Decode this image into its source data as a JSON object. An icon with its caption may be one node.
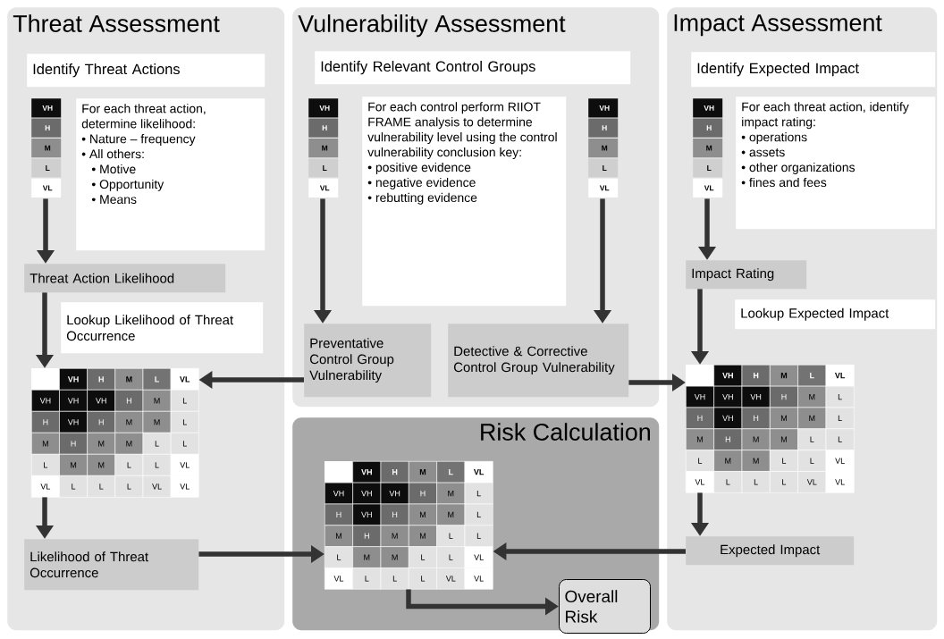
{
  "diagram": {
    "nodes": [
      {
        "text": [
          "Threat Assessment"
        ]
      },
      {
        "text": [
          "Identify Threat Actions"
        ],
        "in": 0
      },
      {
        "text": [
          "VH",
          "H",
          "M",
          "L",
          "VL"
        ],
        "in": 0
      },
      {
        "text": [
          "For each threat action, determine likelihood:",
          "• Nature – frequency",
          "• All others:",
          "• Motive",
          "• Opportunity",
          "• Means"
        ],
        "in": 0
      },
      {
        "text": [
          "Threat Action Likelihood"
        ],
        "in": 0
      },
      {
        "text": [
          "Lookup Likelihood of Threat Occurrence"
        ],
        "in": 0
      },
      {
        "text": [
          "VH",
          "H",
          "M",
          "L",
          "VL",
          "VH",
          "VH",
          "VH",
          "H",
          "M",
          "L",
          "H",
          "VH",
          "H",
          "M",
          "M",
          "L",
          "M",
          "H",
          "M",
          "M",
          "L",
          "L",
          "L",
          "M",
          "M",
          "L",
          "L",
          "VL",
          "VL",
          "L",
          "L",
          "L",
          "VL",
          "VL"
        ],
        "in": 0
      },
      {
        "text": [
          "Likelihood of Threat Occurrence"
        ],
        "in": 0
      },
      {
        "text": [
          "Vulnerability Assessment"
        ]
      },
      {
        "text": [
          "Identify Relevant Control Groups"
        ],
        "in": 8
      },
      {
        "text": [
          "VH",
          "H",
          "M",
          "L",
          "VL"
        ],
        "in": 8
      },
      {
        "text": [
          "For each control perform RIIOT FRAME analysis to determine vulnerability level using the control vulnerability conclusion key:",
          "• positive evidence",
          "• negative evidence",
          "• rebutting evidence"
        ],
        "in": 8
      },
      {
        "text": [
          "VH",
          "H",
          "M",
          "L",
          "VL"
        ],
        "in": 8
      },
      {
        "text": [
          "Preventative Control Group Vulnerability"
        ],
        "in": 8
      },
      {
        "text": [
          "Detective & Corrective Control Group Vulnerability"
        ],
        "in": 8
      },
      {
        "text": [
          "Impact Assessment"
        ]
      },
      {
        "text": [
          "Identify Expected Impact"
        ],
        "in": 15
      },
      {
        "text": [
          "VH",
          "H",
          "M",
          "L",
          "VL"
        ],
        "in": 15
      },
      {
        "text": [
          "For each threat action, identify impact rating:",
          "• operations",
          "• assets",
          "• other organizations",
          "• fines and fees"
        ],
        "in": 15
      },
      {
        "text": [
          "Impact Rating"
        ],
        "in": 15
      },
      {
        "text": [
          "Lookup Expected Impact"
        ],
        "in": 15
      },
      {
        "text": [
          "VH",
          "H",
          "M",
          "L",
          "VL",
          "VH",
          "VH",
          "VH",
          "H",
          "M",
          "L",
          "H",
          "VH",
          "H",
          "M",
          "M",
          "L",
          "M",
          "H",
          "M",
          "M",
          "L",
          "L",
          "L",
          "M",
          "M",
          "L",
          "L",
          "VL",
          "VL",
          "L",
          "L",
          "L",
          "VL",
          "VL"
        ],
        "in": 15
      },
      {
        "text": [
          "Expected Impact"
        ],
        "in": 15
      },
      {
        "text": [
          "Risk Calculation"
        ]
      },
      {
        "text": [
          "VH",
          "H",
          "M",
          "L",
          "VL",
          "VH",
          "VH",
          "VH",
          "H",
          "M",
          "L",
          "H",
          "VH",
          "H",
          "M",
          "M",
          "L",
          "M",
          "H",
          "M",
          "M",
          "L",
          "L",
          "L",
          "M",
          "M",
          "L",
          "L",
          "VL",
          "VL",
          "L",
          "L",
          "L",
          "VL",
          "VL"
        ],
        "in": 23
      },
      {
        "text": [
          "Overall Risk"
        ],
        "in": 23
      }
    ],
    "edges": [
      {
        "from": 2,
        "to": 4,
        "arrow": "to"
      },
      {
        "from": 4,
        "to": 6,
        "arrow": "to"
      },
      {
        "from": 6,
        "to": 7,
        "arrow": "to"
      },
      {
        "from": 10,
        "to": 13,
        "arrow": "to"
      },
      {
        "from": 12,
        "to": 14,
        "arrow": "to"
      },
      {
        "from": 13,
        "to": 6,
        "arrow": "to"
      },
      {
        "from": 14,
        "to": 21,
        "arrow": "to"
      },
      {
        "from": 17,
        "to": 19,
        "arrow": "to"
      },
      {
        "from": 19,
        "to": 21,
        "arrow": "to"
      },
      {
        "from": 21,
        "to": 22,
        "arrow": "to"
      },
      {
        "from": 7,
        "to": 24,
        "arrow": "to"
      },
      {
        "from": 22,
        "to": 24,
        "arrow": "to"
      },
      {
        "from": 24,
        "to": 25,
        "arrow": "to"
      }
    ]
  }
}
